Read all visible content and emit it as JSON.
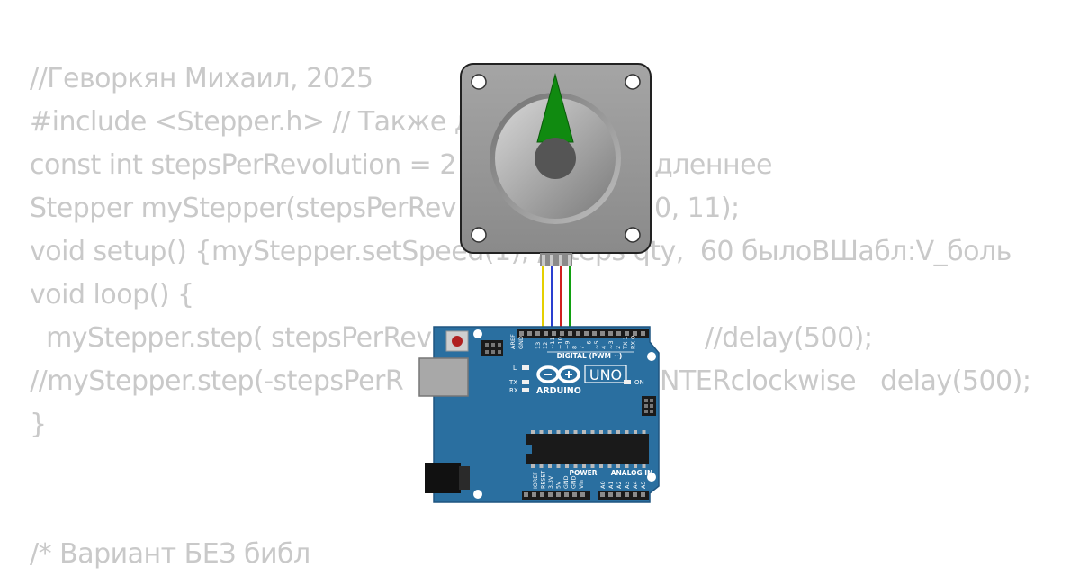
{
  "code_lines": [
    "//Геворкян Михаил, 2025",
    "#include <Stepper.h> // Также д",
    "const int stepsPerRevolution = 2",
    "Stepper myStepper(stepsPerRev",
    "void setup() {myStepper.setSpeed(1); //steps qty,  60 былоВШабл:V_боль",
    "void loop() {",
    "  myStepper.step( stepsPerRev",
    "//myStepper.step(-stepsPerR",
    "}",
    "/* Вариант БЕЗ библ"
  ],
  "code_fragments": {
    "line2_tail": ")",
    "line3_tail": "дленнее",
    "line4_tail": "0, 11);",
    "line7_tail": "//delay(500);",
    "line8_tail": "NTERclockwise   delay(500);"
  },
  "arduino": {
    "brand": "ARDUINO",
    "model": "UNO",
    "digital_header": "DIGITAL (PWM ~)",
    "power_header": "POWER",
    "analog_header": "ANALOG IN",
    "on_label": "ON",
    "l_label": "L",
    "tx_label": "TX",
    "rx_label": "RX",
    "aref_label": "AREF",
    "gnd_label": "GND",
    "digital_pins": [
      "13",
      "12",
      "~11",
      "~10",
      "~9",
      "8",
      "7",
      "~6",
      "~5",
      "4",
      "~3",
      "2",
      "TX 1",
      "RX 0"
    ],
    "power_pins": [
      "IOREF",
      "RESET",
      "3.3V",
      "5V",
      "GND",
      "GND",
      "Vin"
    ],
    "analog_pins": [
      "A0",
      "A1",
      "A2",
      "A3",
      "A4",
      "A5"
    ]
  },
  "colors": {
    "code_text": "#c9c9c9",
    "board_blue": "#2a6fa0",
    "motor_gray": "#8c8c8c",
    "needle_green": "#108a10",
    "wire_yellow": "#e5d000",
    "wire_blue": "#2a3fd0",
    "wire_red": "#d02020",
    "wire_green": "#10a010"
  }
}
